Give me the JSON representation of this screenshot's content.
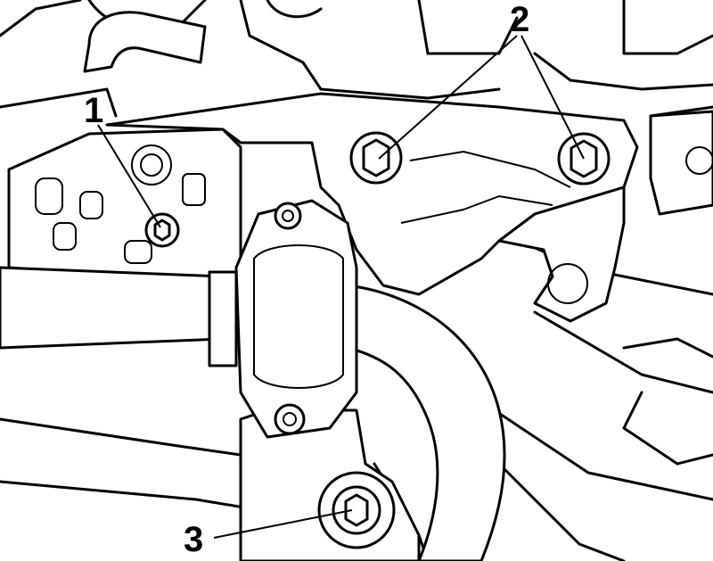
{
  "diagram": {
    "callouts": [
      {
        "number": "1",
        "target": "bracket-nut"
      },
      {
        "number": "2",
        "target": "bracket-bolts"
      },
      {
        "number": "3",
        "target": "mount-bolt"
      }
    ]
  }
}
